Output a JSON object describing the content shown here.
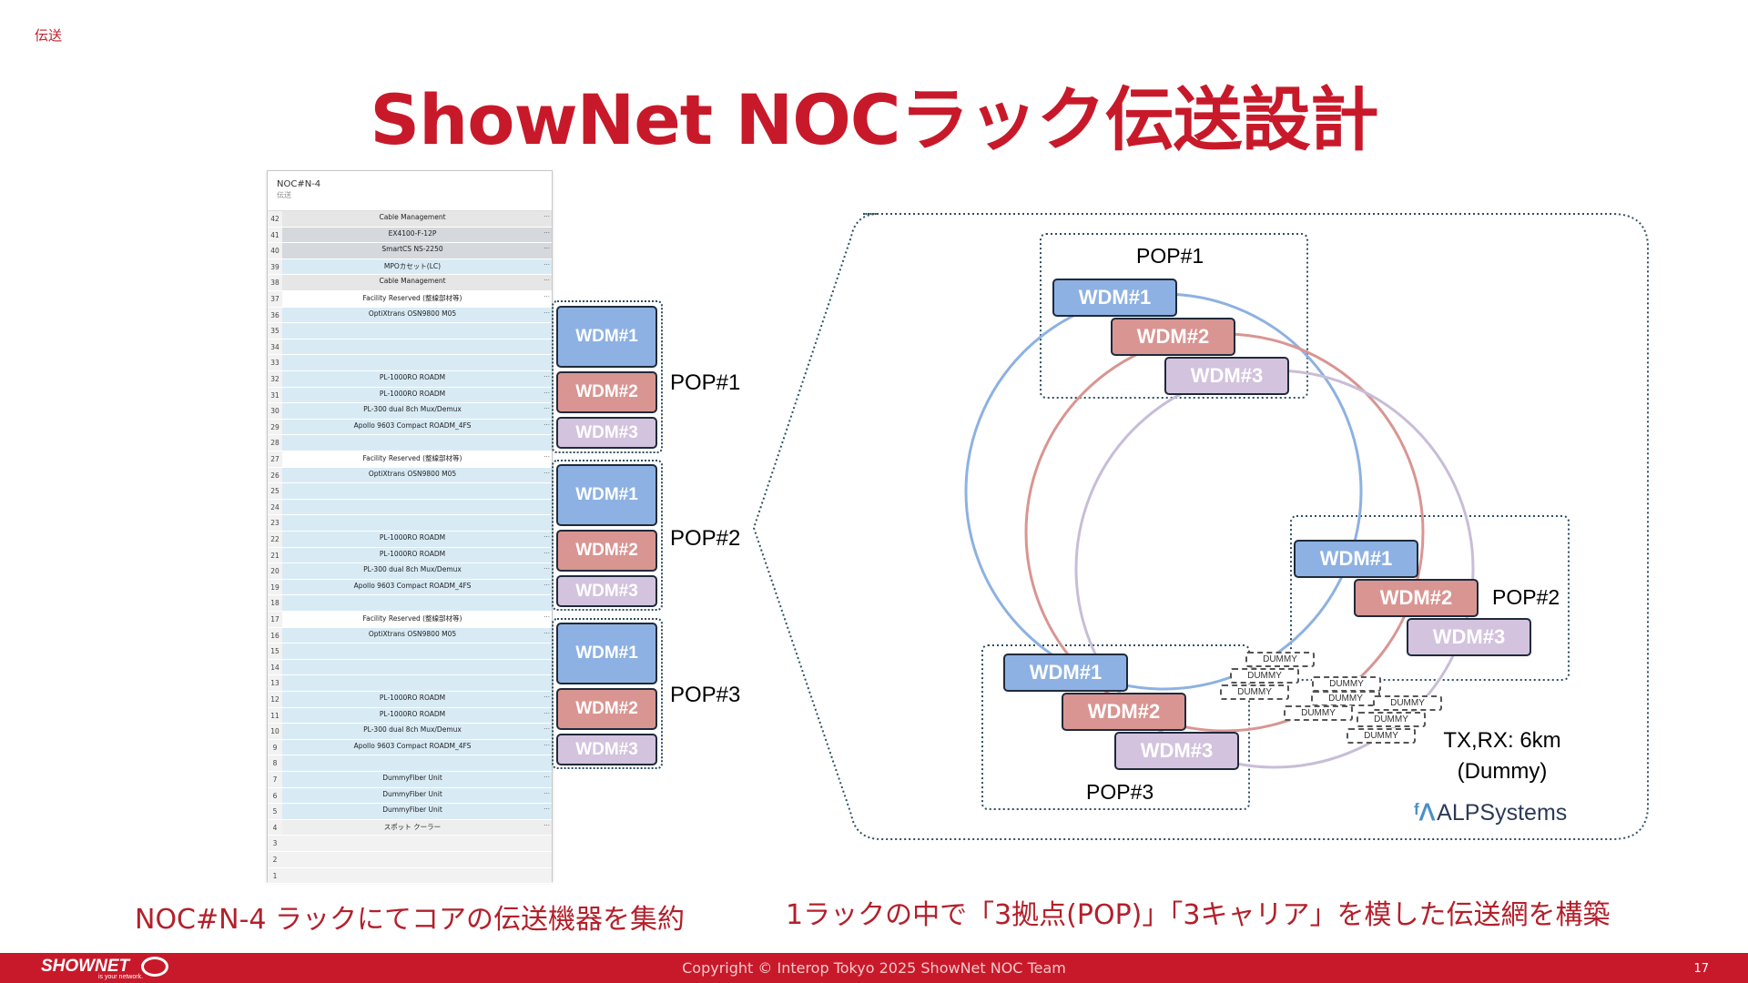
{
  "section_tag": "伝送",
  "title": "ShowNet NOCラック伝送設計",
  "rack": {
    "name": "NOC#N-4",
    "sub": "伝送",
    "units": [
      {
        "u": "42",
        "label": "Cable Management",
        "color": "#e6e6e6"
      },
      {
        "u": "41",
        "label": "EX4100-F-12P",
        "color": "#d5d8dc"
      },
      {
        "u": "40",
        "label": "SmartCS NS-2250",
        "color": "#d5d8dc"
      },
      {
        "u": "39",
        "label": "MPOカセット(LC)",
        "color": "#d8ebf5"
      },
      {
        "u": "38",
        "label": "Cable Management",
        "color": "#e6e6e6"
      },
      {
        "u": "37",
        "label": "Facility Reserved (整線部材等)",
        "color": "#ffffff"
      },
      {
        "u": "36",
        "label": "OptiXtrans OSN9800 M05",
        "color": "#d8ebf5"
      },
      {
        "u": "35",
        "label": "",
        "color": "#d8ebf5"
      },
      {
        "u": "34",
        "label": "",
        "color": "#d8ebf5"
      },
      {
        "u": "33",
        "label": "",
        "color": "#d8ebf5"
      },
      {
        "u": "32",
        "label": "PL-1000RO ROADM",
        "color": "#d8ebf5"
      },
      {
        "u": "31",
        "label": "PL-1000RO ROADM",
        "color": "#d8ebf5"
      },
      {
        "u": "30",
        "label": "PL-300 dual 8ch Mux/Demux",
        "color": "#d8ebf5"
      },
      {
        "u": "29",
        "label": "Apollo 9603 Compact ROADM_4FS",
        "color": "#d8ebf5"
      },
      {
        "u": "28",
        "label": "",
        "color": "#d8ebf5"
      },
      {
        "u": "27",
        "label": "Facility Reserved (整線部材等)",
        "color": "#ffffff"
      },
      {
        "u": "26",
        "label": "OptiXtrans OSN9800 M05",
        "color": "#d8ebf5"
      },
      {
        "u": "25",
        "label": "",
        "color": "#d8ebf5"
      },
      {
        "u": "24",
        "label": "",
        "color": "#d8ebf5"
      },
      {
        "u": "23",
        "label": "",
        "color": "#d8ebf5"
      },
      {
        "u": "22",
        "label": "PL-1000RO ROADM",
        "color": "#d8ebf5"
      },
      {
        "u": "21",
        "label": "PL-1000RO ROADM",
        "color": "#d8ebf5"
      },
      {
        "u": "20",
        "label": "PL-300 dual 8ch Mux/Demux",
        "color": "#d8ebf5"
      },
      {
        "u": "19",
        "label": "Apollo 9603 Compact ROADM_4FS",
        "color": "#d8ebf5"
      },
      {
        "u": "18",
        "label": "",
        "color": "#d8ebf5"
      },
      {
        "u": "17",
        "label": "Facility Reserved (整線部材等)",
        "color": "#ffffff"
      },
      {
        "u": "16",
        "label": "OptiXtrans OSN9800 M05",
        "color": "#d8ebf5"
      },
      {
        "u": "15",
        "label": "",
        "color": "#d8ebf5"
      },
      {
        "u": "14",
        "label": "",
        "color": "#d8ebf5"
      },
      {
        "u": "13",
        "label": "",
        "color": "#d8ebf5"
      },
      {
        "u": "12",
        "label": "PL-1000RO ROADM",
        "color": "#d8ebf5"
      },
      {
        "u": "11",
        "label": "PL-1000RO ROADM",
        "color": "#d8ebf5"
      },
      {
        "u": "10",
        "label": "PL-300 dual 8ch Mux/Demux",
        "color": "#d8ebf5"
      },
      {
        "u": "9",
        "label": "Apollo 9603 Compact ROADM_4FS",
        "color": "#d8ebf5"
      },
      {
        "u": "8",
        "label": "",
        "color": "#d8ebf5"
      },
      {
        "u": "7",
        "label": "DummyFiber Unit",
        "color": "#d8ebf5"
      },
      {
        "u": "6",
        "label": "DummyFiber Unit",
        "color": "#d8ebf5"
      },
      {
        "u": "5",
        "label": "DummyFiber Unit",
        "color": "#d8ebf5"
      },
      {
        "u": "4",
        "label": "スポット クーラー",
        "color": "#eeeeee"
      },
      {
        "u": "3",
        "label": "",
        "color": "#f2f2f2"
      },
      {
        "u": "2",
        "label": "",
        "color": "#f2f2f2"
      },
      {
        "u": "1",
        "label": "",
        "color": "#f2f2f2"
      }
    ]
  },
  "wdm": {
    "wdm1": "WDM#1",
    "wdm2": "WDM#2",
    "wdm3": "WDM#3"
  },
  "pops": {
    "pop1": "POP#1",
    "pop2": "POP#2",
    "pop3": "POP#3"
  },
  "dummy_label": "DUMMY",
  "txrx": {
    "line1": "TX,RX: 6km",
    "line2": "(Dummy)"
  },
  "logo": {
    "mark": "ᶠᐱ",
    "text": "ALPSystems"
  },
  "captions": {
    "left": "NOC#N-4  ラックにてコアの伝送機器を集約",
    "right": "1ラックの中で「3拠点(POP)」「3キャリア」を模した伝送網を構築"
  },
  "footer": {
    "brand": "SHOWNET",
    "brand_sub": "is your network.",
    "copyright": "Copyright © Interop Tokyo 2025 ShowNet NOC Team",
    "page": "17"
  },
  "colors": {
    "accent": "#c8192a",
    "wdm1": "#8db1e2",
    "wdm2": "#d99592",
    "wdm3": "#d3c3de",
    "ring1": "#8db1e2",
    "ring2": "#d99592",
    "ring3": "#c8bdd8"
  }
}
